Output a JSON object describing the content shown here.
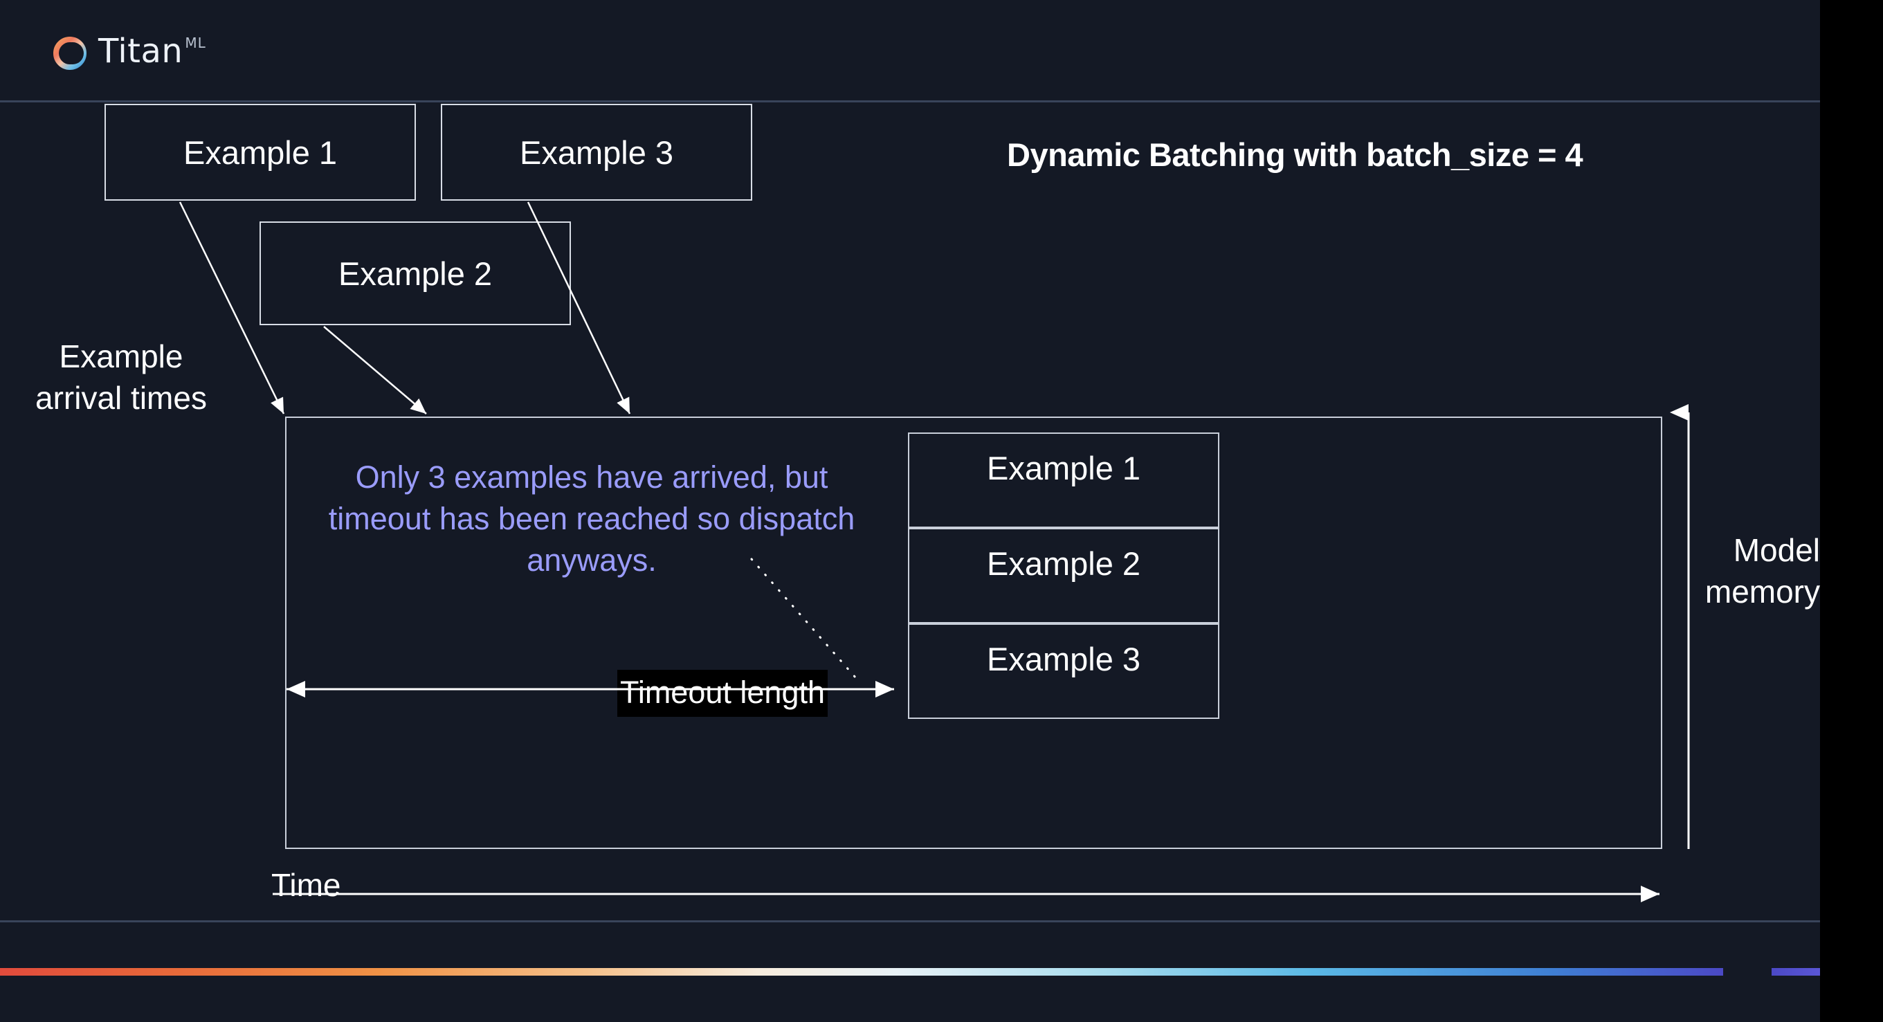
{
  "slide": {
    "background_color": "#141925",
    "title": "Dynamic Batching with batch_size = 4"
  },
  "header": {
    "brand_name": "Titan",
    "brand_superscript": "ML",
    "logo_icon": "titan-ring-logo",
    "logo_gradient_start": "#f0834a",
    "logo_gradient_end": "#4aa8e0"
  },
  "arrival_boxes": [
    {
      "label": "Example 1"
    },
    {
      "label": "Example 3"
    },
    {
      "label": "Example 2"
    }
  ],
  "labels": {
    "arrival_times": "Example\narrival times",
    "model_memory": "Model\nmemory",
    "time_axis": "Time",
    "timeout_length": "Timeout length"
  },
  "annotation": {
    "text": "Only 3 examples have arrived, but timeout has been reached so dispatch anyways.",
    "color": "#9a9cfb"
  },
  "batch": {
    "cells": [
      {
        "label": "Example 1"
      },
      {
        "label": "Example 2"
      },
      {
        "label": "Example 3"
      }
    ]
  },
  "footer": {
    "gradient_colors": [
      "#e14b3c",
      "#f09246",
      "#f7ecdd",
      "#5bb9e6",
      "#4b49c6"
    ]
  }
}
